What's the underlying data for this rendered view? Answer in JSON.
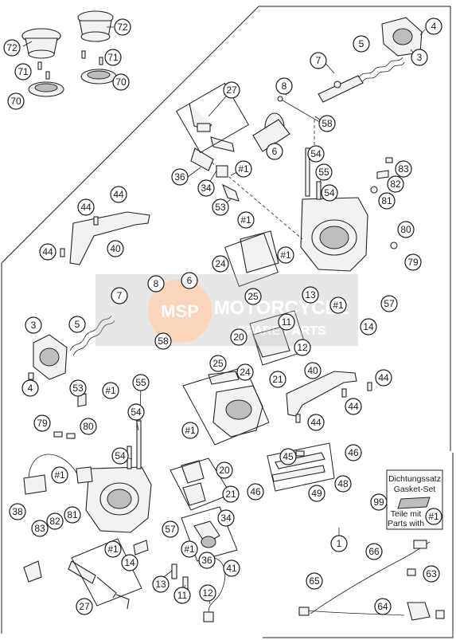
{
  "diagram": {
    "callouts": {
      "n1": "1",
      "n3": "3",
      "n4": "4",
      "n5": "5",
      "n6": "6",
      "n7": "7",
      "n8": "8",
      "n11": "11",
      "n12": "12",
      "n13": "13",
      "n14": "14",
      "n20": "20",
      "n21": "21",
      "n24": "24",
      "n25": "25",
      "n27": "27",
      "n34": "34",
      "n36": "36",
      "n38": "38",
      "n40": "40",
      "n41": "41",
      "n44": "44",
      "n45": "45",
      "n46": "46",
      "n48": "48",
      "n49": "49",
      "n53": "53",
      "n54": "54",
      "n55": "55",
      "n57": "57",
      "n58": "58",
      "n63": "63",
      "n64": "64",
      "n65": "65",
      "n66": "66",
      "n70": "70",
      "n71": "71",
      "n72": "72",
      "n79": "79",
      "n80": "80",
      "n81": "81",
      "n82": "82",
      "n83": "83",
      "n99": "99",
      "h1": "#1"
    },
    "gasket_box": {
      "line1": "Dichtungssatz",
      "line2": "Gasket-Set",
      "line3": "Teile mit",
      "line4": "Parts with",
      "badge": "#1"
    },
    "watermark": {
      "line1": "MOTORCYCLE",
      "line2": "SPARE PARTS",
      "logo": "MSP"
    }
  }
}
